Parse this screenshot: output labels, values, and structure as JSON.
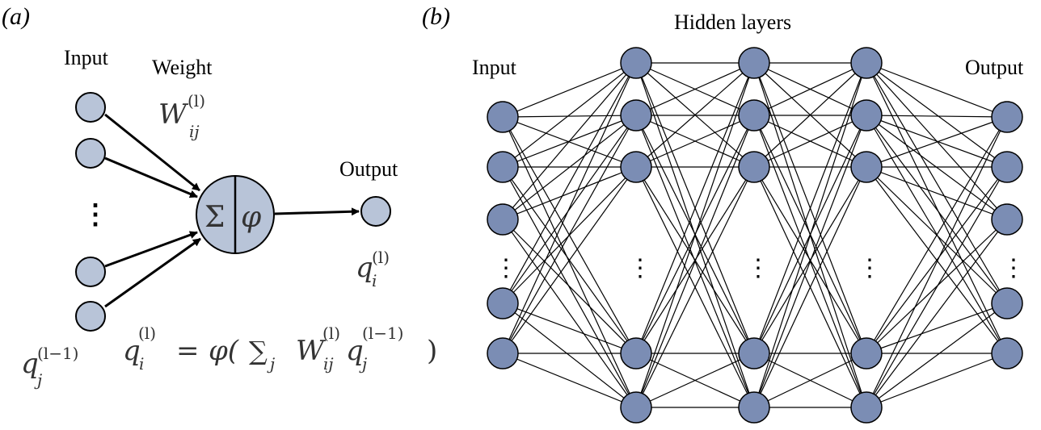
{
  "panel_a": {
    "tag": "(a)",
    "input_label": "Input",
    "weight_label": "Weight",
    "weight_symbol": "W",
    "weight_sub": "ij",
    "weight_sup": "(l)",
    "output_label": "Output",
    "sum_symbol": "Σ",
    "activation_symbol": "φ",
    "output_symbol": "q",
    "output_sub": "i",
    "output_sup": "(l)",
    "input_symbol": "q",
    "input_sub": "j",
    "input_sup": "(l−1)",
    "dots": "⋮",
    "formula": {
      "lhs_symbol": "q",
      "lhs_sub": "i",
      "lhs_sup": "(l)",
      "equals": "=",
      "phi_open": "φ(",
      "sum": "∑",
      "sum_sub": "j",
      "w_symbol": "W",
      "w_sub": "ij",
      "w_sup": "(l)",
      "q_symbol": "q",
      "q_sub": "j",
      "q_sup": "(l−1)",
      "close": ")"
    }
  },
  "panel_b": {
    "tag": "(b)",
    "hidden_label": "Hidden layers",
    "input_label": "Input",
    "output_label": "Output",
    "dots": "⋮"
  },
  "colors": {
    "node_light": "#b8c4d8",
    "node_dark": "#7b8db4",
    "stroke": "#000000"
  }
}
